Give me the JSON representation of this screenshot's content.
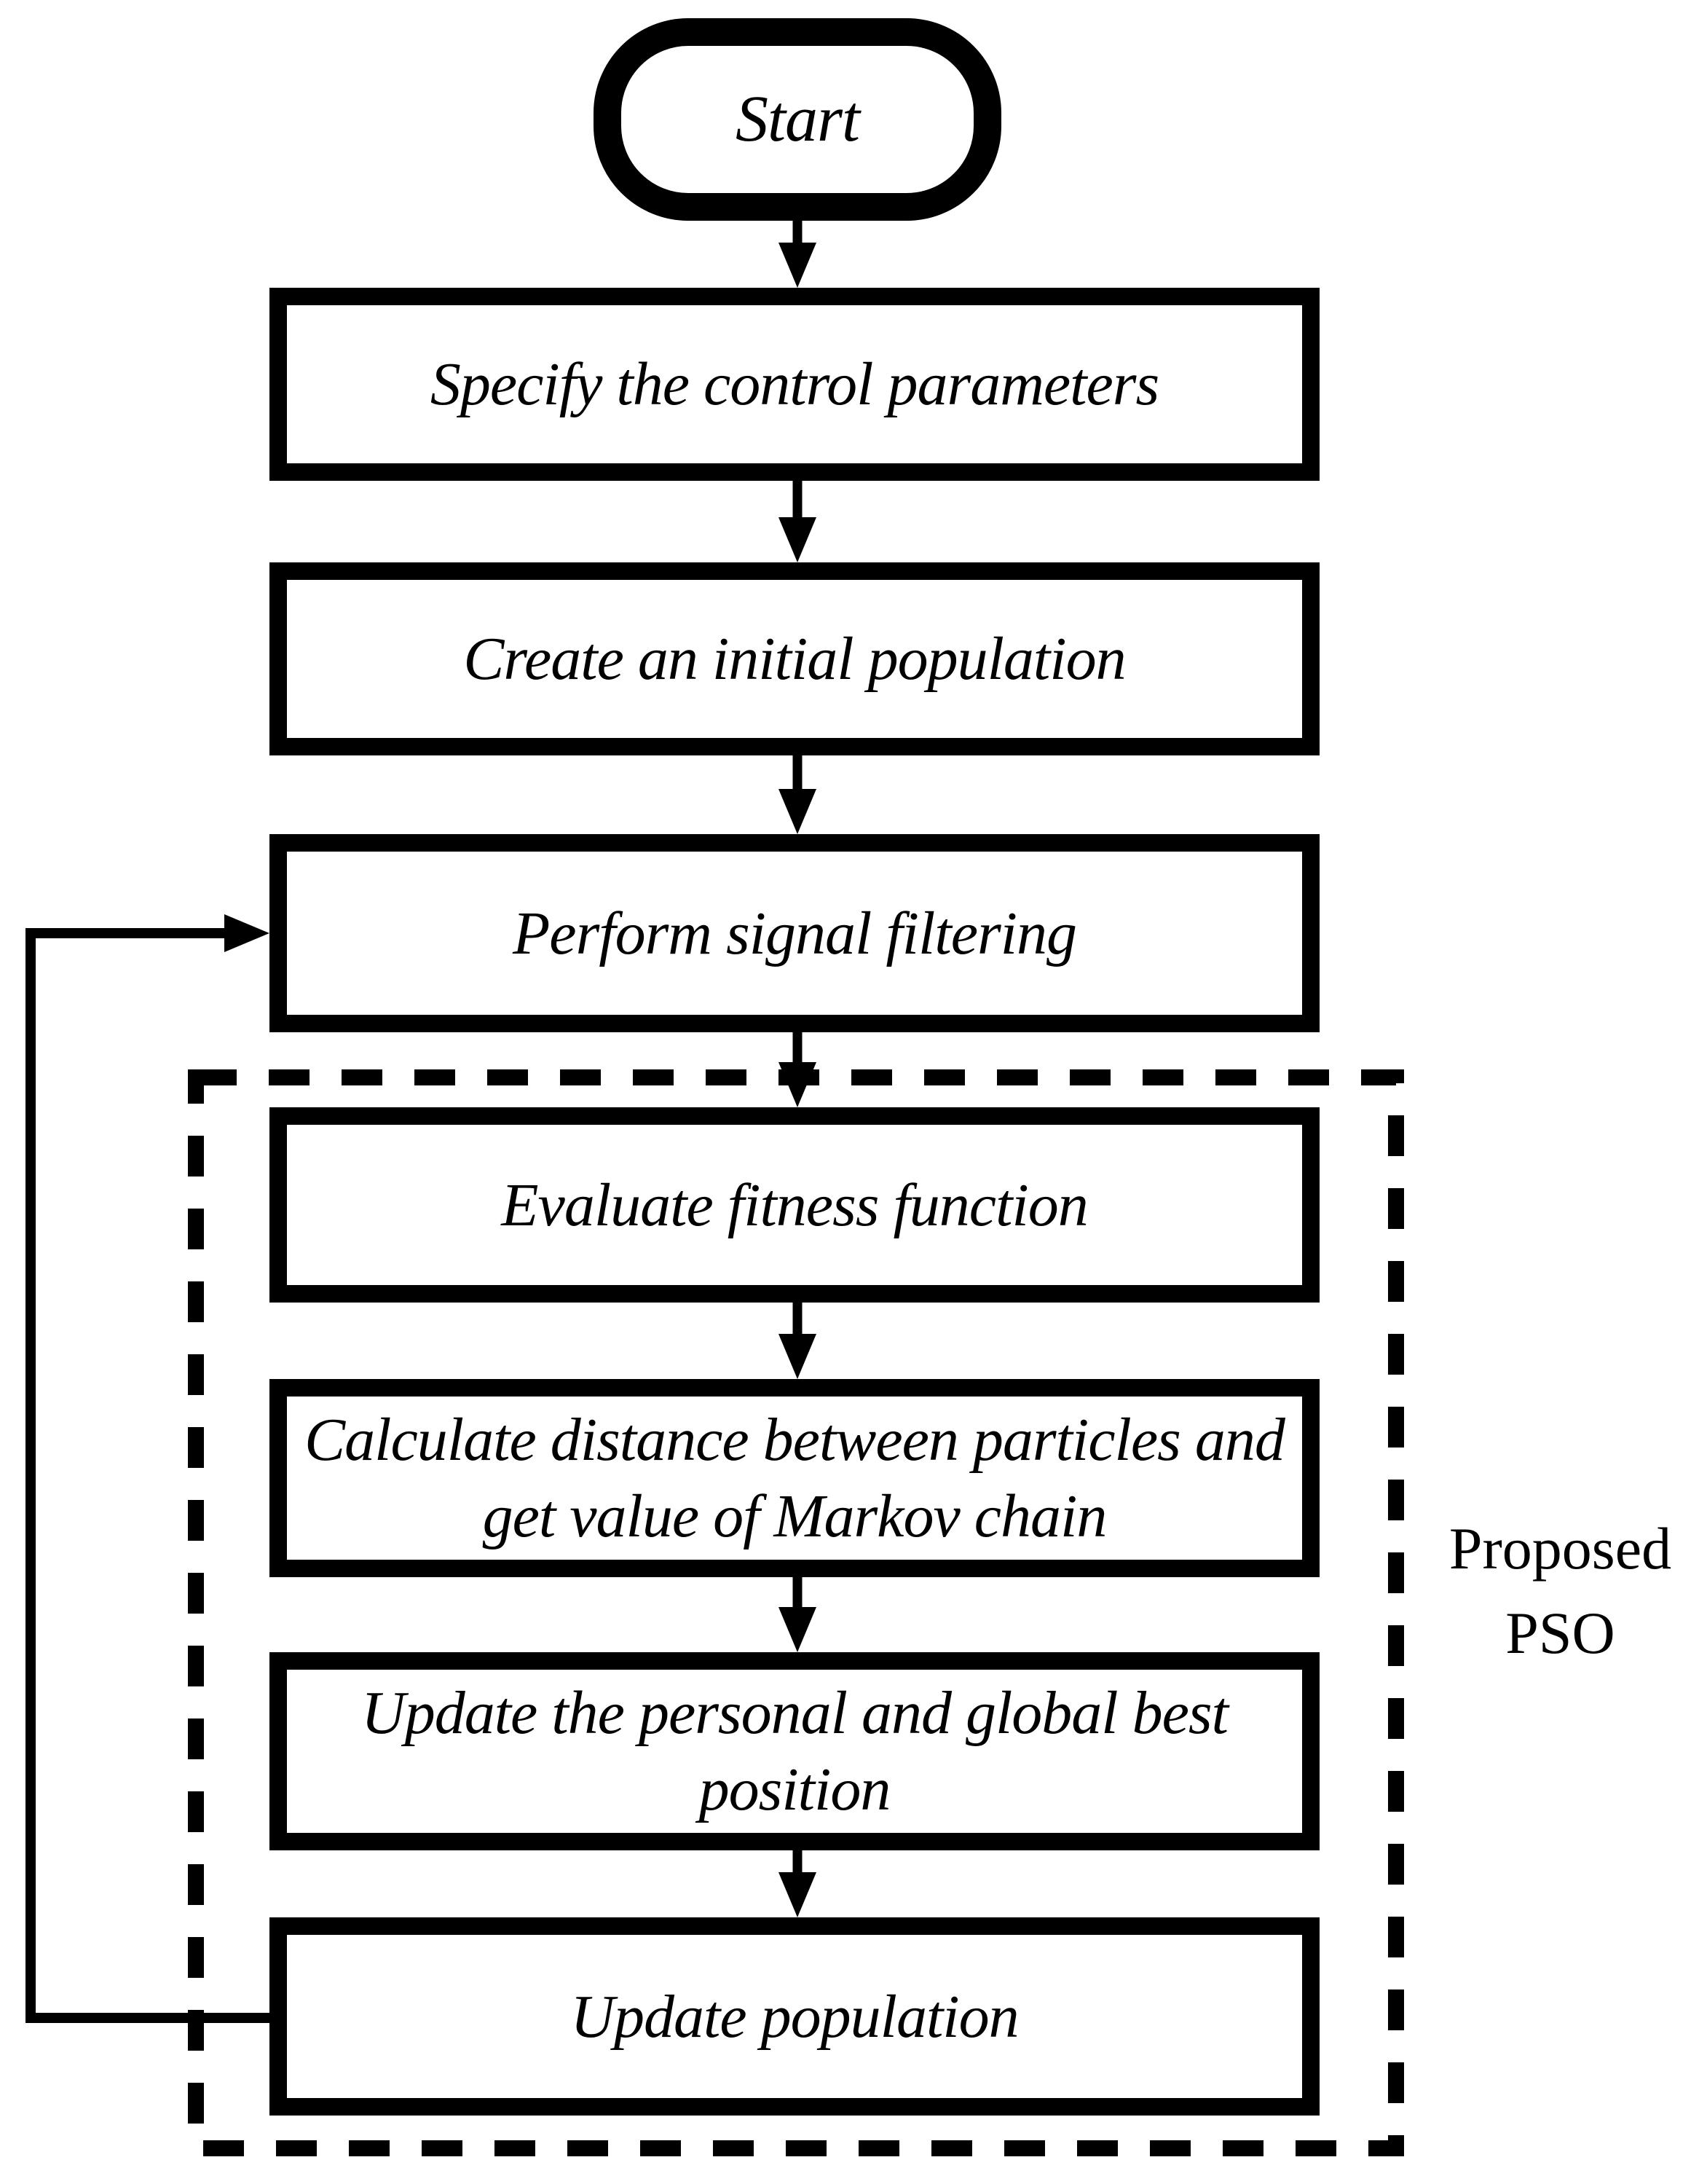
{
  "diagram": {
    "type": "flowchart",
    "colors": {
      "ink": "#000000",
      "background": "#ffffff"
    },
    "nodes": {
      "start": {
        "label": "Start",
        "shape": "terminator"
      },
      "specify": {
        "label": "Specify the control parameters",
        "shape": "process"
      },
      "create": {
        "label": "Create an initial population",
        "shape": "process"
      },
      "filter": {
        "label": "Perform signal filtering",
        "shape": "process"
      },
      "evaluate": {
        "label": "Evaluate fitness function",
        "shape": "process"
      },
      "distance": {
        "label": "Calculate distance between particles and get value of Markov chain",
        "shape": "process"
      },
      "update_best": {
        "label": "Update the personal and global best position",
        "shape": "process"
      },
      "update_pop": {
        "label": "Update population",
        "shape": "process"
      }
    },
    "edges": [
      "start -> specify",
      "specify -> create",
      "create -> filter",
      "filter -> evaluate",
      "evaluate -> distance",
      "distance -> update_best",
      "update_best -> update_pop",
      "update_pop -> filter (feedback loop, left side)"
    ],
    "group": {
      "label_line1": "Proposed",
      "label_line2": "PSO",
      "style": "dashed-rectangle",
      "contains": [
        "evaluate",
        "distance",
        "update_best",
        "update_pop"
      ]
    }
  }
}
